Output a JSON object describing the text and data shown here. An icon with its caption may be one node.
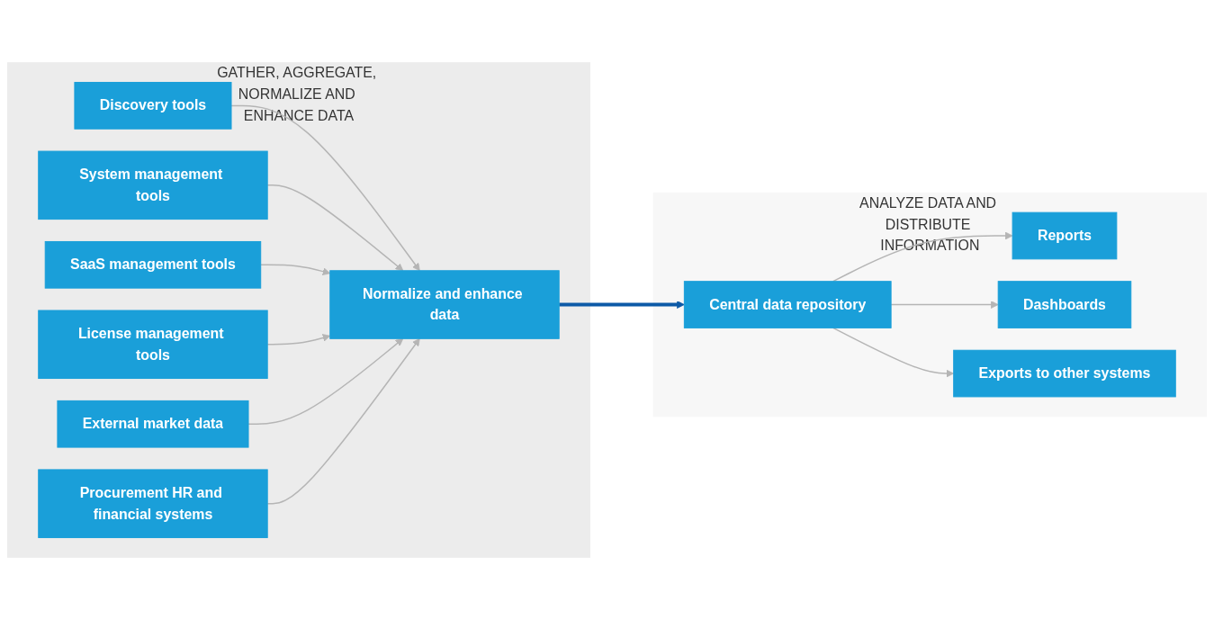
{
  "diagram": {
    "nodes": [
      {
        "text": [
          "GATHER, AGGREGATE, NORMALIZE AND ENHANCE DATA"
        ]
      },
      {
        "text": [
          "Discovery tools"
        ],
        "in": 0
      },
      {
        "text": [
          "System management tools"
        ],
        "in": 0
      },
      {
        "text": [
          "SaaS management tools"
        ],
        "in": 0
      },
      {
        "text": [
          "License management tools"
        ],
        "in": 0
      },
      {
        "text": [
          "External market data"
        ],
        "in": 0
      },
      {
        "text": [
          "Normalize and enhance data"
        ],
        "in": 0
      },
      {
        "text": [
          "Procurement HR and financial systems"
        ],
        "in": 0
      },
      {
        "text": [
          "ANALYZE DATA AND DISTRIBUTE INFORMATION"
        ]
      },
      {
        "text": [
          "Central data repository"
        ],
        "in": 8
      },
      {
        "text": [
          "Reports"
        ],
        "in": 8
      },
      {
        "text": [
          "Dashboards"
        ],
        "in": 8
      },
      {
        "text": [
          "Exports to other systems"
        ],
        "in": 8
      }
    ],
    "edges": [
      {
        "from": 1,
        "to": 6,
        "arrow": "to"
      },
      {
        "from": 2,
        "to": 6,
        "arrow": "to"
      },
      {
        "from": 3,
        "to": 6,
        "arrow": "to"
      },
      {
        "from": 4,
        "to": 6,
        "arrow": "to"
      },
      {
        "from": 5,
        "to": 6,
        "arrow": "to"
      },
      {
        "from": 7,
        "to": 6,
        "arrow": "to"
      },
      {
        "from": 6,
        "to": 9,
        "arrow": "to",
        "style": "thick",
        "color": "#0d5aa7"
      },
      {
        "from": 9,
        "to": 10,
        "arrow": "to"
      },
      {
        "from": 9,
        "to": 11,
        "arrow": "to"
      },
      {
        "from": 9,
        "to": 12,
        "arrow": "to"
      }
    ]
  }
}
